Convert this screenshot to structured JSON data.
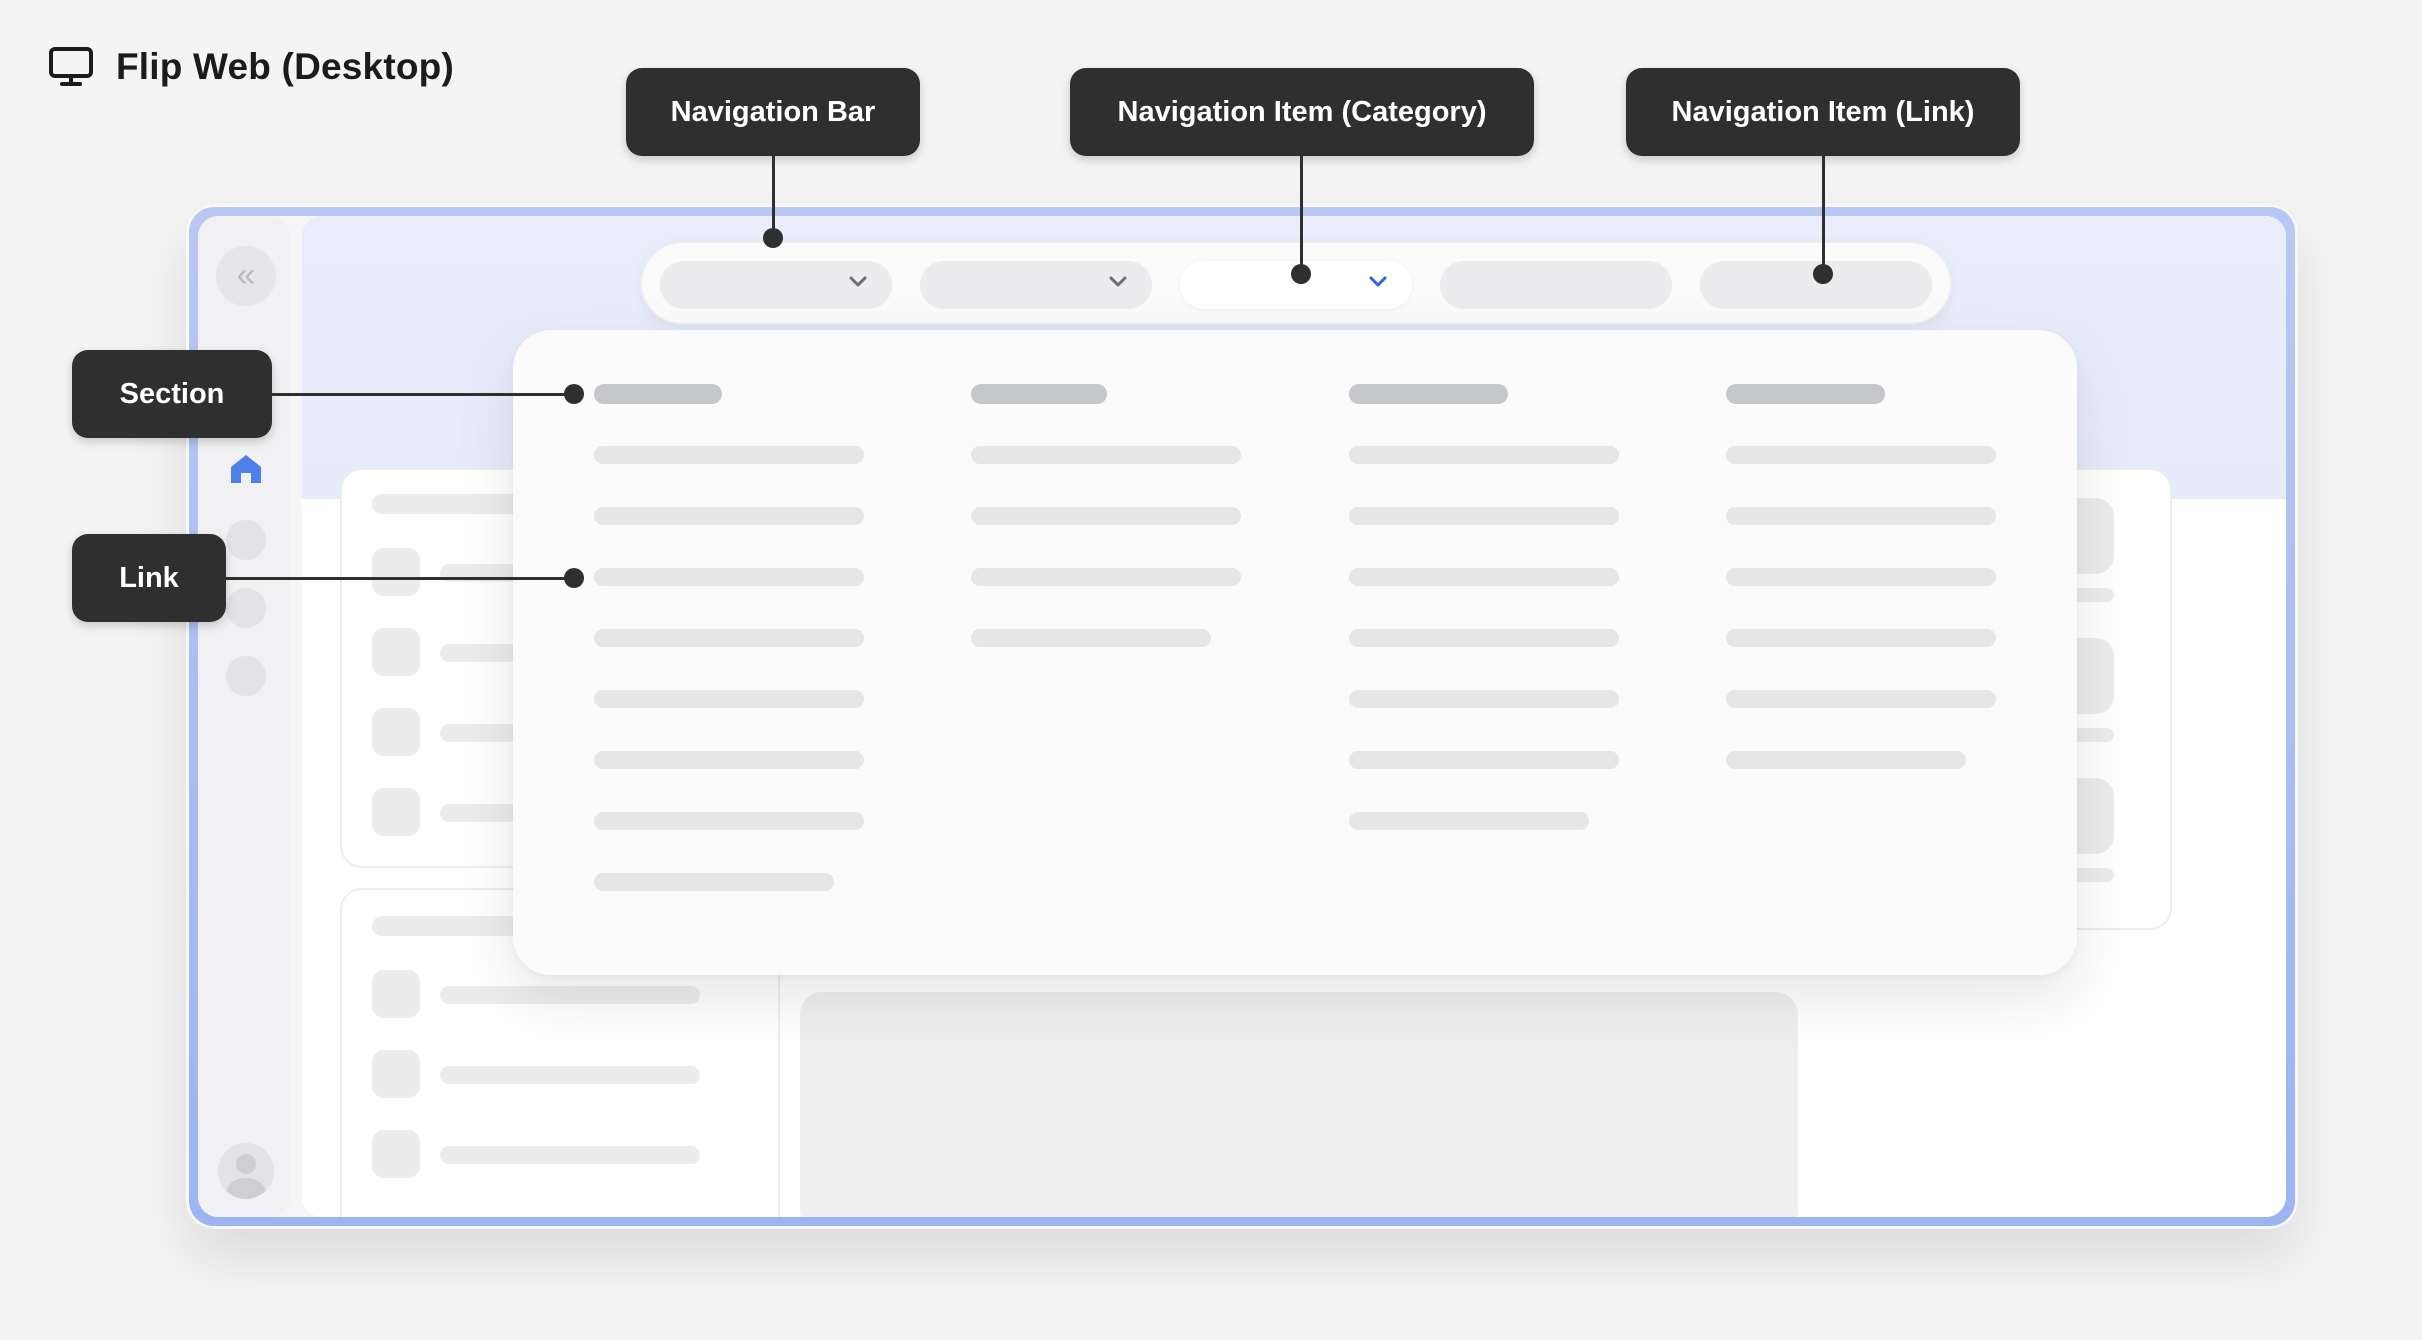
{
  "title": {
    "text": "Flip Web (Desktop)",
    "icon": "monitor-icon"
  },
  "callouts": {
    "navigation_bar": "Navigation Bar",
    "navigation_item_category": "Navigation Item (Category)",
    "navigation_item_link": "Navigation Item (Link)",
    "section": "Section",
    "link": "Link"
  },
  "colors": {
    "callout_bg": "#2f2f2f",
    "frame_accent": "#a7bcf2",
    "hero_tint": "#e9edfc",
    "active_chevron": "#2f63e0",
    "home_icon": "#4f7fea"
  },
  "icons": {
    "collapse": "double-chevron-left-icon",
    "home": "home-icon",
    "avatar": "user-avatar-icon",
    "dropdown": "chevron-down-icon"
  }
}
